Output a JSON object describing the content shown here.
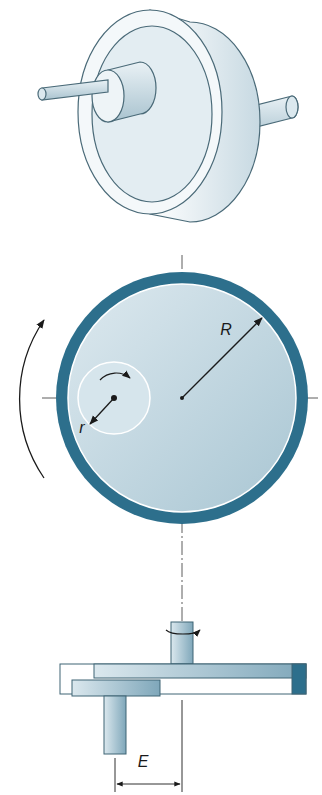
{
  "diagram": {
    "labels": [
      "R",
      "r",
      "E"
    ]
  }
}
